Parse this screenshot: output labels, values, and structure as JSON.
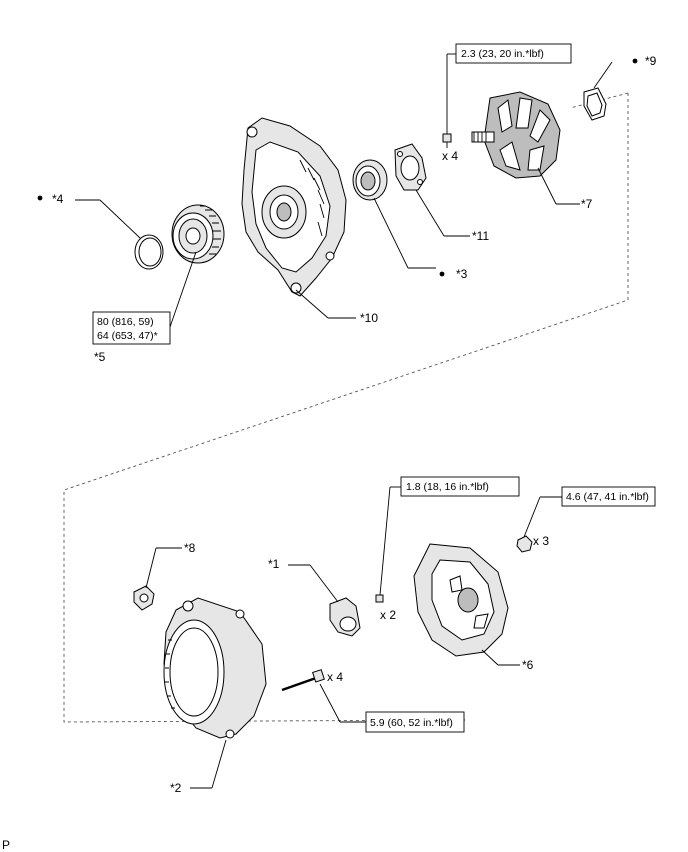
{
  "labels": {
    "p1": "*1",
    "p2": "*2",
    "p3": "*3",
    "p4": "*4",
    "p5": "*5",
    "p6": "*6",
    "p7": "*7",
    "p8": "*8",
    "p9": "*9",
    "p10": "*10",
    "p11": "*11"
  },
  "torque": {
    "rotor_screw": "2.3 (23, 20 in.*lbf)",
    "pulley_a": "80 (816, 59)",
    "pulley_b": "64 (653, 47)*",
    "brush_screw": "1.8 (18, 16 in.*lbf)",
    "cover_nut": "4.6 (47, 41 in.*lbf)",
    "through_bolt": "5.9 (60, 52 in.*lbf)"
  },
  "quantities": {
    "rotor_screw": "x 4",
    "brush_screw": "x 2",
    "cover_nut": "x 3",
    "through_bolt": "x 4"
  },
  "corner_mark": "P"
}
